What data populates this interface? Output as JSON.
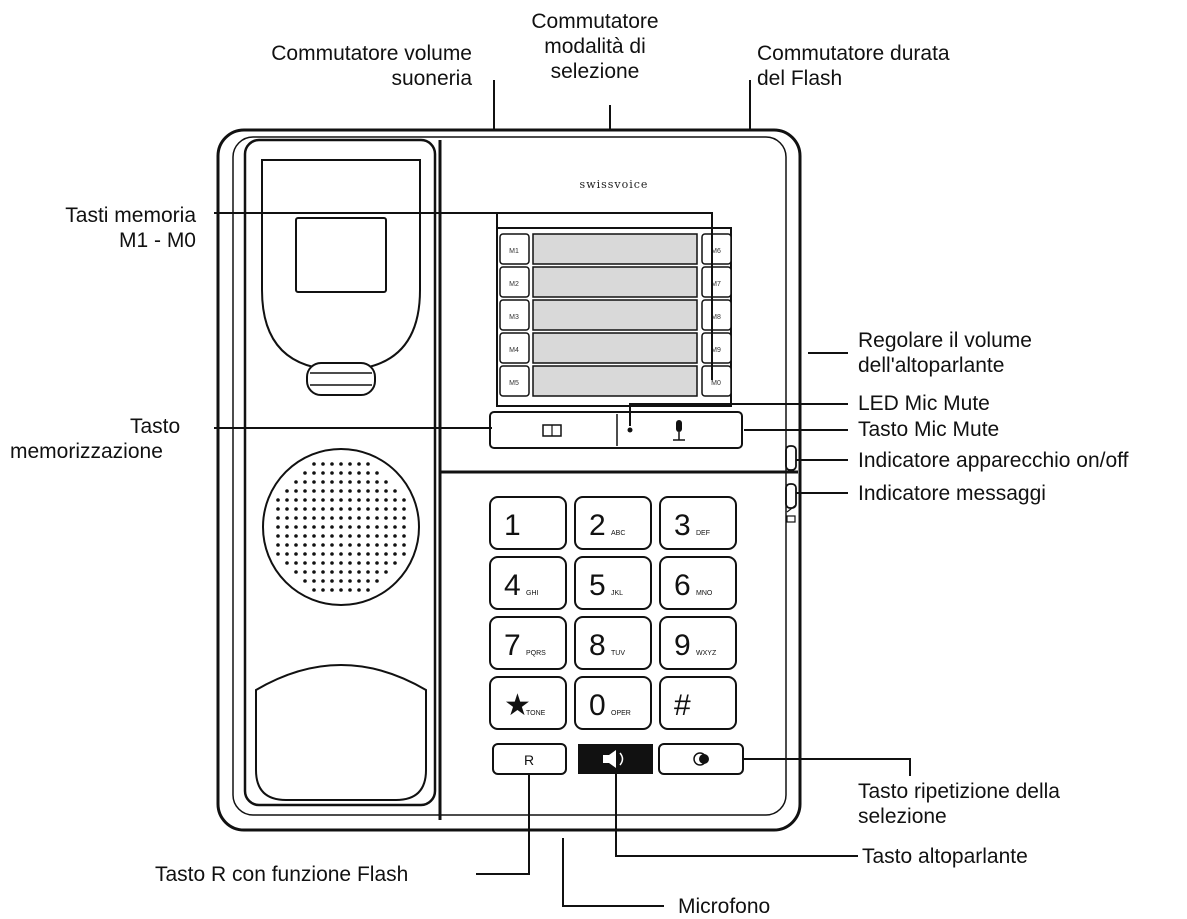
{
  "brand": "swissvoice",
  "labels": {
    "ringer_volume": [
      "Commutatore volume",
      "suoneria"
    ],
    "dial_mode": [
      "Commutatore",
      "modalità di",
      "selezione"
    ],
    "flash_duration": [
      "Commutatore durata",
      "del Flash"
    ],
    "memory_keys": [
      "Tasti memoria",
      "M1 - M0"
    ],
    "speaker_volume": [
      "Regolare il volume",
      "dell'altoparlante"
    ],
    "led_mic_mute": "LED Mic Mute",
    "store_key": [
      "Tasto",
      "memorizzazione"
    ],
    "mic_mute_key": "Tasto Mic Mute",
    "power_indicator": "Indicatore apparecchio on/off",
    "message_indicator": "Indicatore messaggi",
    "redial_key": [
      "Tasto ripetizione della",
      "selezione"
    ],
    "r_key": "Tasto R con funzione Flash",
    "speaker_key": "Tasto altoparlante",
    "microphone": "Microfono"
  },
  "memory_left": [
    "M1",
    "M2",
    "M3",
    "M4",
    "M5"
  ],
  "memory_right": [
    "M6",
    "M7",
    "M8",
    "M9",
    "M0"
  ],
  "keypad": [
    {
      "digit": "1",
      "sub": ""
    },
    {
      "digit": "2",
      "sub": "ABC"
    },
    {
      "digit": "3",
      "sub": "DEF"
    },
    {
      "digit": "4",
      "sub": "GHI"
    },
    {
      "digit": "5",
      "sub": "JKL"
    },
    {
      "digit": "6",
      "sub": "MNO"
    },
    {
      "digit": "7",
      "sub": "PQRS"
    },
    {
      "digit": "8",
      "sub": "TUV"
    },
    {
      "digit": "9",
      "sub": "WXYZ"
    },
    {
      "digit": "★",
      "sub": "TONE"
    },
    {
      "digit": "0",
      "sub": "OPER"
    },
    {
      "digit": "#",
      "sub": ""
    }
  ],
  "r_button": "R"
}
